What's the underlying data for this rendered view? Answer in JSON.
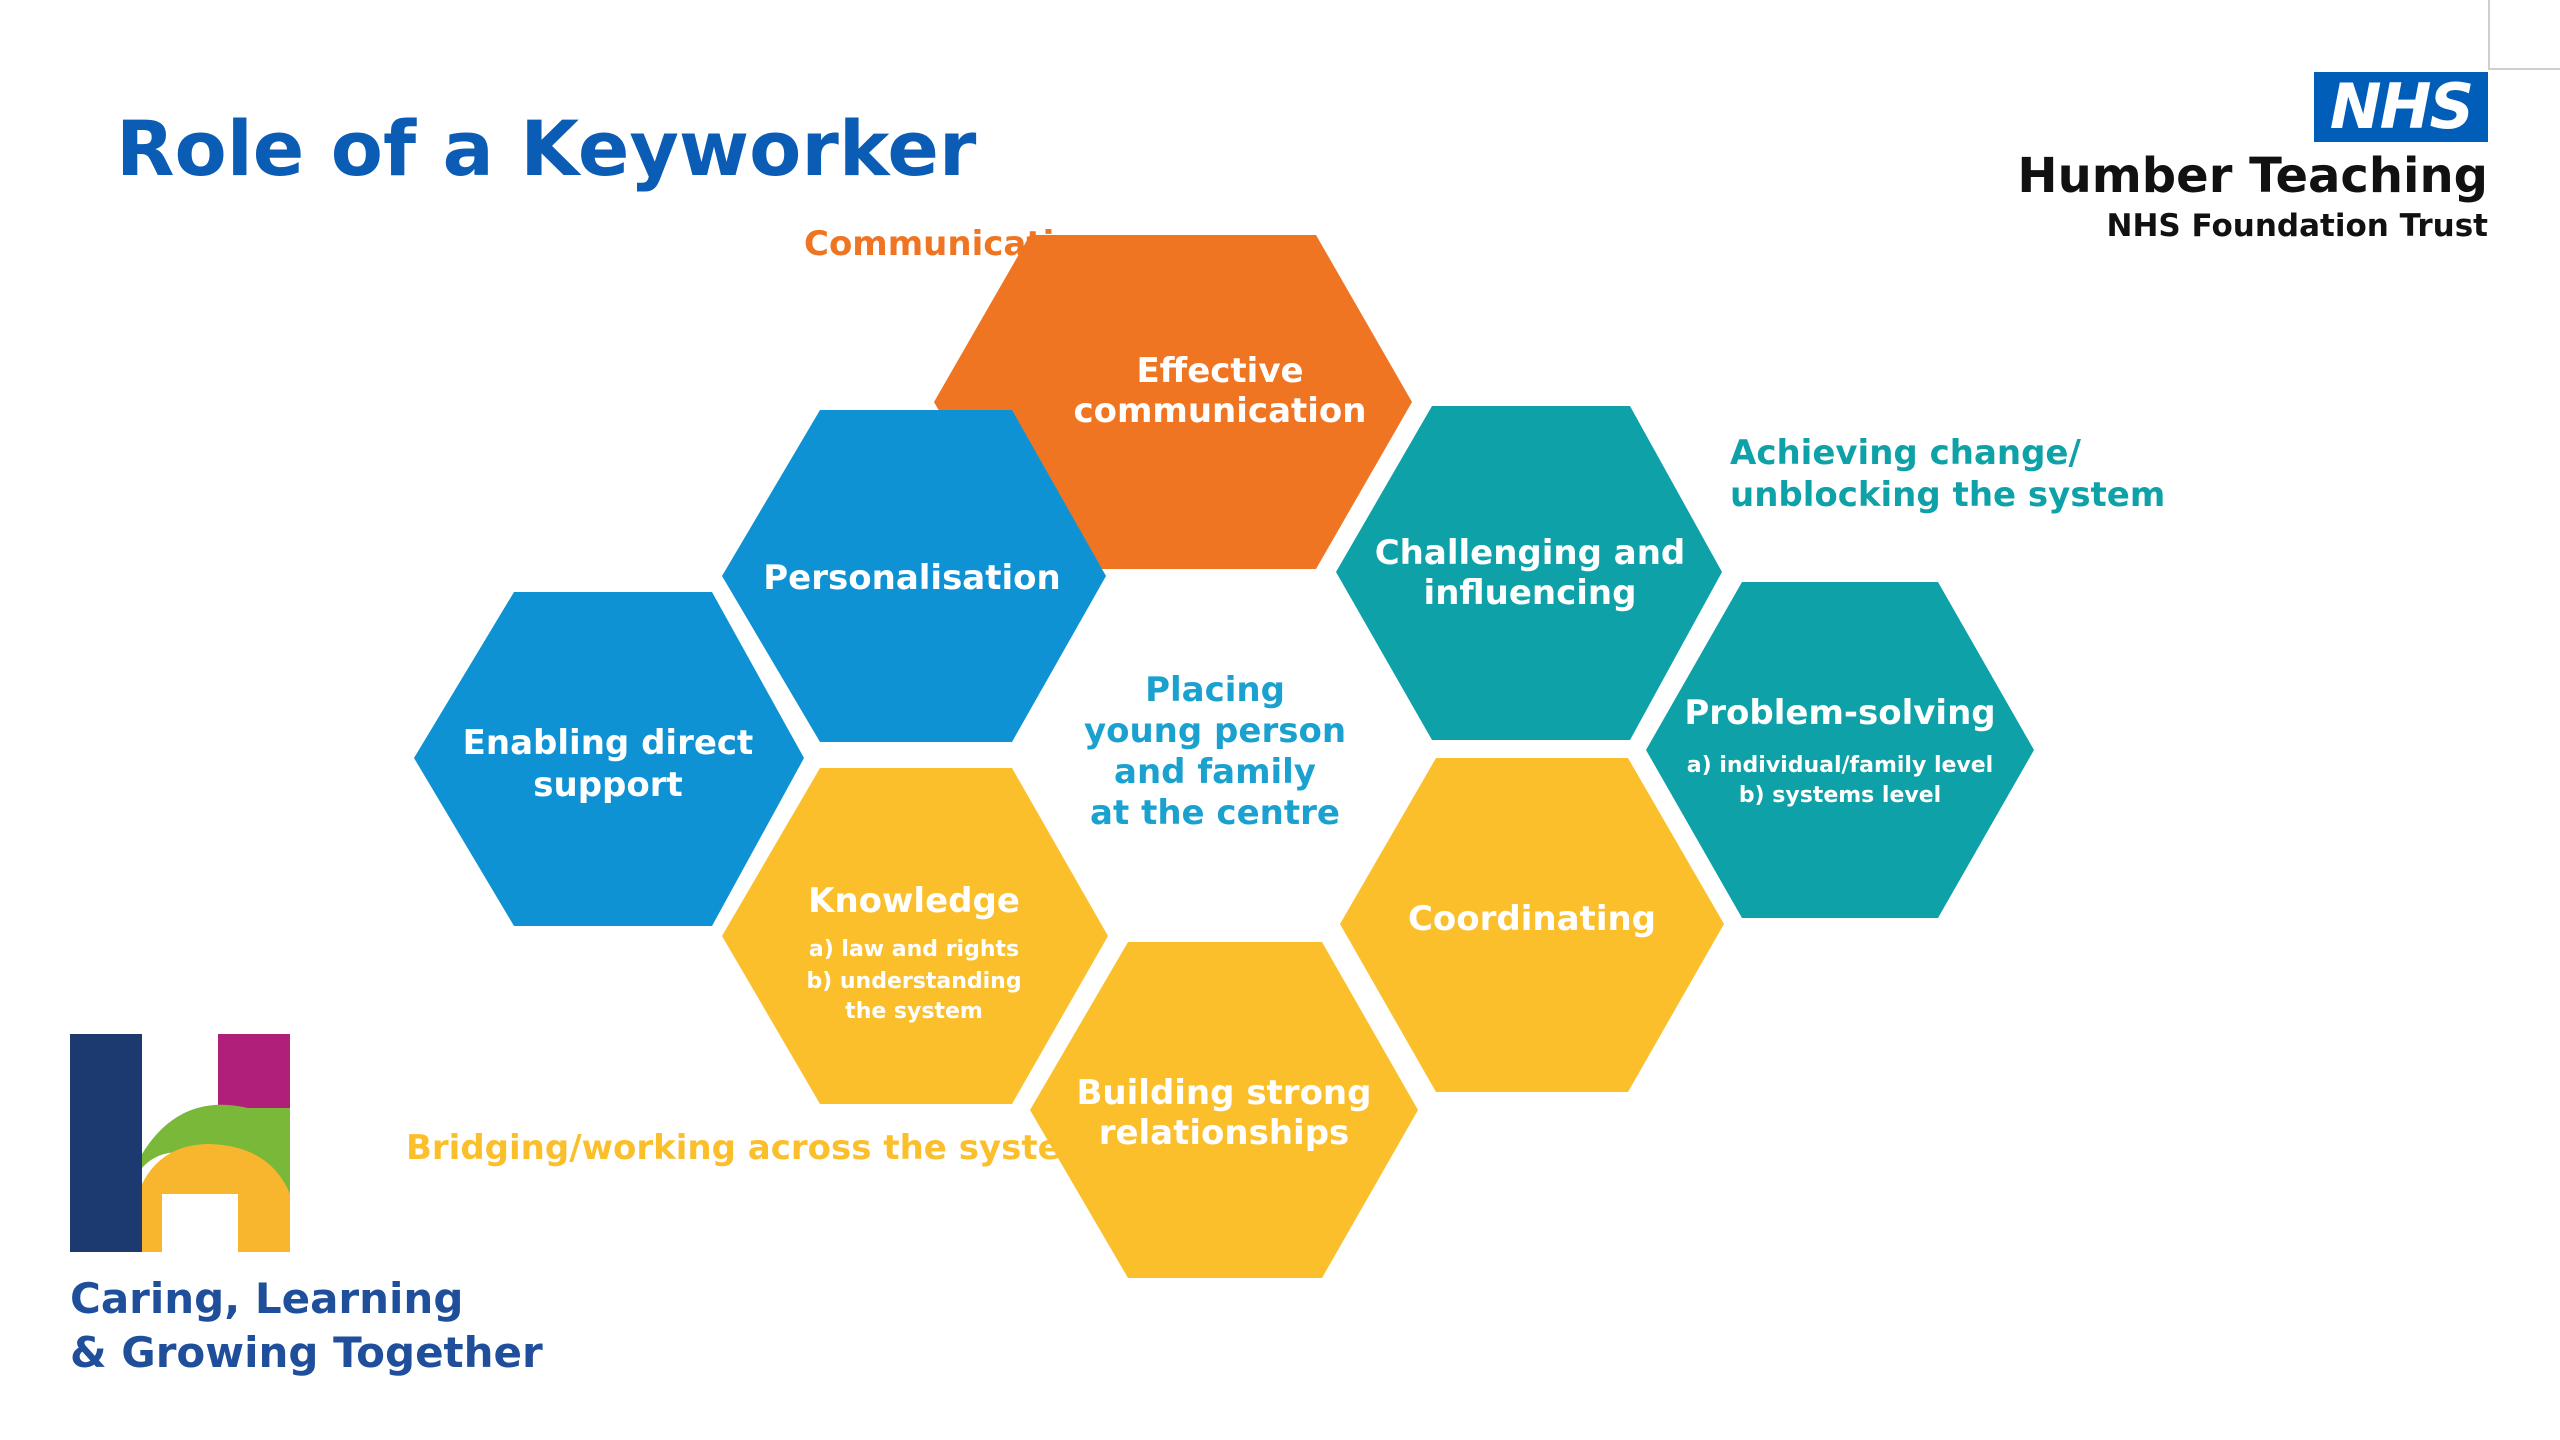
{
  "slide": {
    "title": "Role of a Keyworker"
  },
  "logo": {
    "nhs": "NHS",
    "trust_name": "Humber Teaching",
    "trust_sub": "NHS Foundation Trust",
    "strapline_line1": "Caring, Learning",
    "strapline_line2": "& Growing Together"
  },
  "diagram": {
    "centre": [
      "Placing",
      "young person",
      "and family",
      "at the centre"
    ],
    "side_labels": {
      "communicating": "Communicating",
      "achieving_change_line1": "Achieving change/",
      "achieving_change_line2": "unblocking the system",
      "bridging": "Bridging/working across the system"
    },
    "hexagons": {
      "effective_communication": {
        "lines": [
          "Effective",
          "communication"
        ]
      },
      "personalisation": {
        "lines": [
          "Personalisation"
        ]
      },
      "challenging": {
        "lines": [
          "Challenging and",
          "influencing"
        ]
      },
      "enabling": {
        "lines": [
          "Enabling direct",
          "support"
        ]
      },
      "problem_solving": {
        "lines": [
          "Problem-solving"
        ],
        "sub": [
          "a) individual/family level",
          "b) systems level"
        ]
      },
      "knowledge": {
        "lines": [
          "Knowledge"
        ],
        "sub": [
          "a) law and rights",
          "b) understanding",
          "the system"
        ]
      },
      "coordinating": {
        "lines": [
          "Coordinating"
        ]
      },
      "building": {
        "lines": [
          "Building strong",
          "relationships"
        ]
      }
    }
  },
  "colors": {
    "title_blue": "#0a5cb4",
    "orange": "#ef7523",
    "blue": "#0f92d4",
    "teal": "#0fa1a8",
    "yellow": "#fbbf2c",
    "nhs_blue": "#005eb8",
    "centre_text": "#1aa1cf"
  }
}
